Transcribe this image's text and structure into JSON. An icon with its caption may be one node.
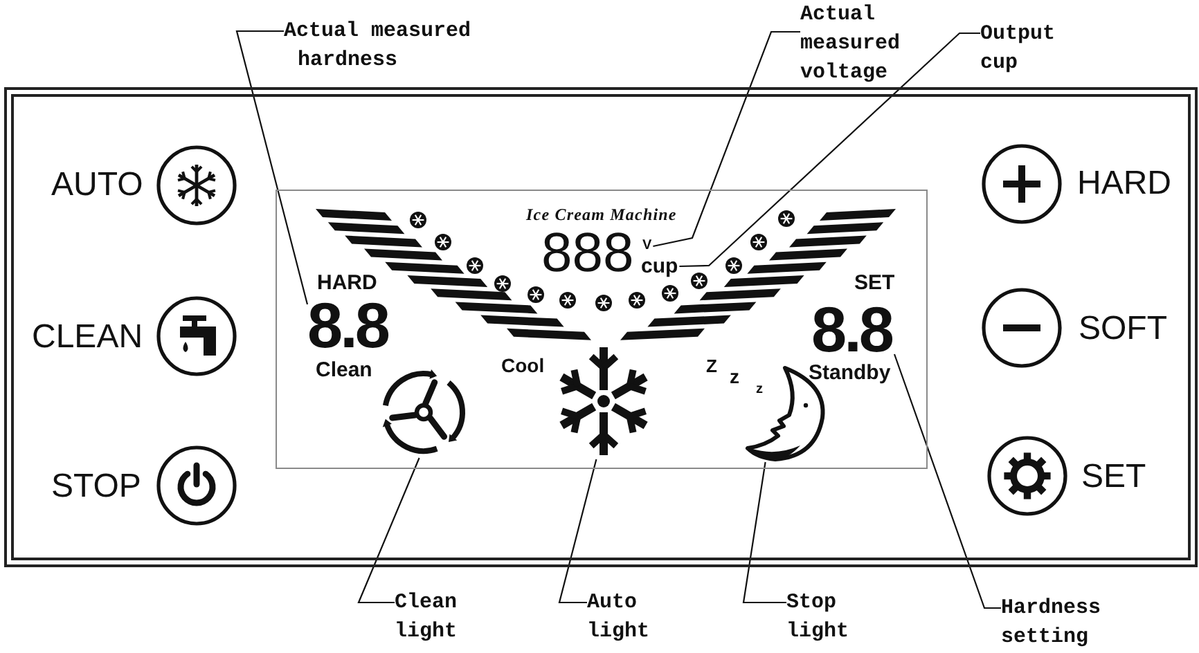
{
  "diagram": {
    "nodes": [
      {
        "text": [
          "Actual measured hardness"
        ]
      },
      {
        "text": [
          "Actual measured voltage"
        ]
      },
      {
        "text": [
          "Output cup"
        ]
      },
      {
        "text": [
          "AUTO",
          "CLEAN",
          "STOP",
          "HARD",
          "SOFT",
          "SET"
        ]
      },
      {
        "text": [
          "Ice Cream Machine",
          "888",
          "HARD",
          "SET",
          "Clean",
          "Cool",
          "Z",
          "z",
          "z",
          "Standby"
        ],
        "in": 3
      },
      {
        "text": [
          "8.8"
        ],
        "in": 4
      },
      {
        "text": [
          "V"
        ],
        "in": 4
      },
      {
        "text": [
          "cup"
        ],
        "in": 4
      },
      {
        "text": [
          "8.8"
        ],
        "in": 4
      },
      {
        "text": [],
        "shape": "picture",
        "in": 4
      },
      {
        "text": [],
        "shape": "picture",
        "in": 4
      },
      {
        "text": [],
        "shape": "picture",
        "in": 4
      },
      {
        "text": [
          "Clean light"
        ]
      },
      {
        "text": [
          "Auto light"
        ]
      },
      {
        "text": [
          "Stop light"
        ]
      },
      {
        "text": [
          "Hardness setting"
        ]
      }
    ],
    "edges": [
      {
        "from": 0,
        "to": 5,
        "arrow": "none"
      },
      {
        "from": 1,
        "to": 6,
        "arrow": "none"
      },
      {
        "from": 2,
        "to": 7,
        "arrow": "none"
      },
      {
        "from": 12,
        "to": 9,
        "arrow": "none"
      },
      {
        "from": 13,
        "to": 10,
        "arrow": "none"
      },
      {
        "from": 14,
        "to": 11,
        "arrow": "none"
      },
      {
        "from": 15,
        "to": 8,
        "arrow": "none"
      }
    ]
  }
}
